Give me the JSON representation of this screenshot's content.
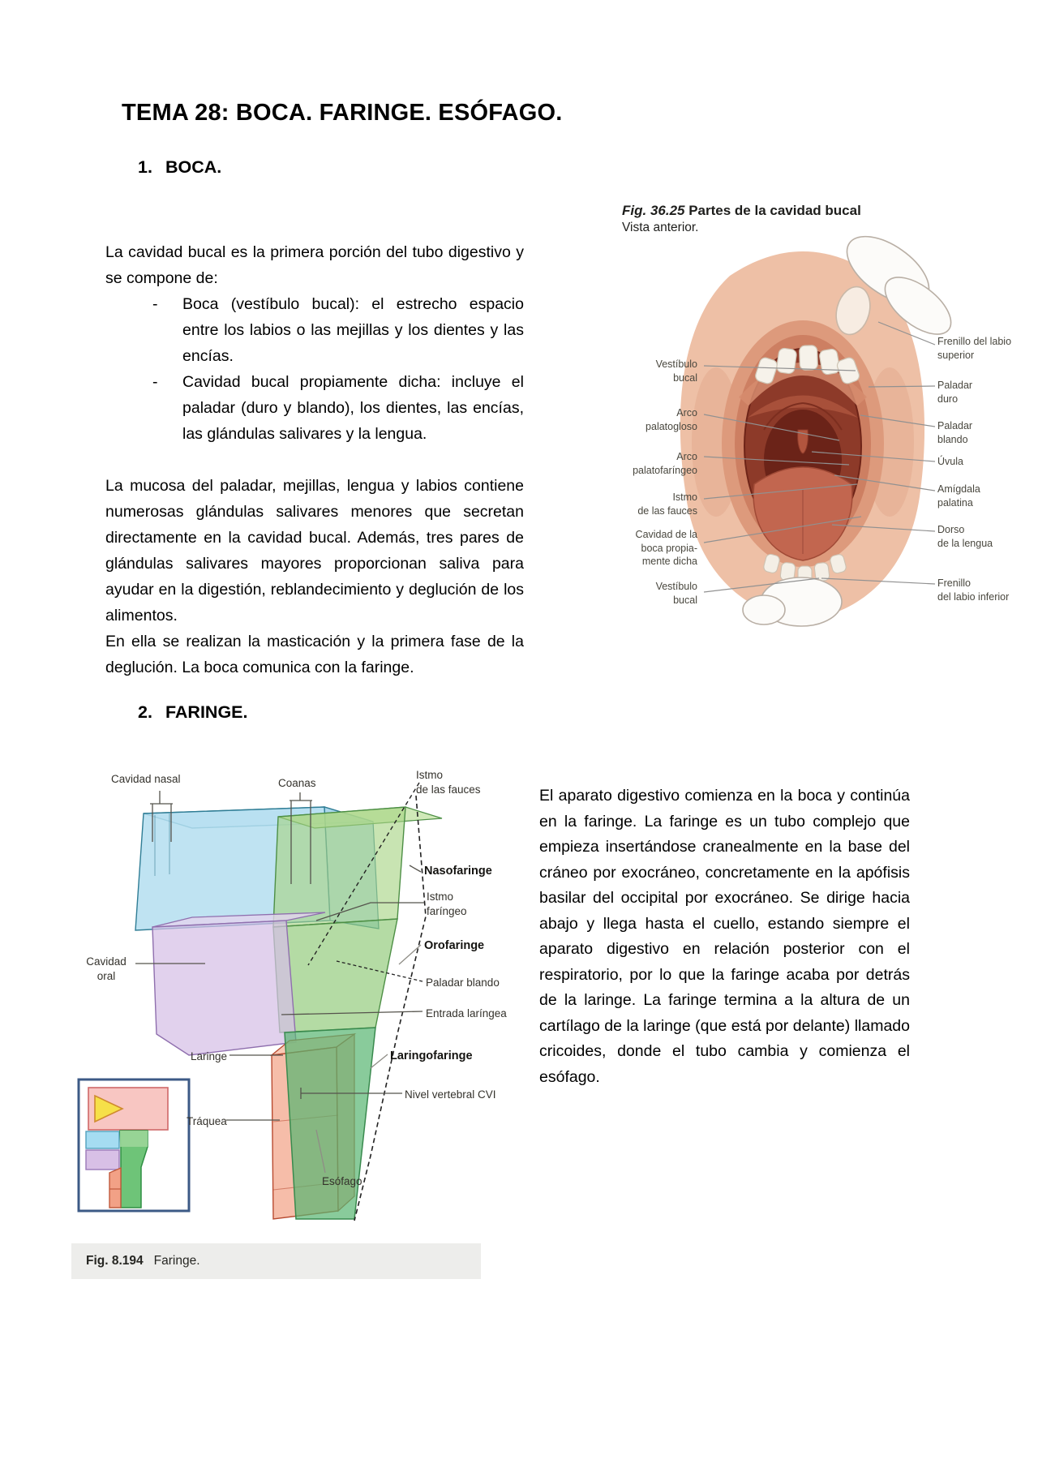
{
  "page": {
    "title": "TEMA 28: BOCA. FARINGE. ESÓFAGO."
  },
  "colors": {
    "caption_bar_bg": "#ededeb",
    "nasal_blue": "#b4def0",
    "pharynx_green": "#8cc873",
    "oral_purple": "#d6bfe6",
    "larynx_orange": "#f2a184",
    "inset_border_navy": "#3c5a86",
    "leader_line_gray": "#919191"
  },
  "section1": {
    "number": "1.",
    "title": "BOCA.",
    "intro": "La cavidad bucal es la primera porción del tubo digestivo y se compone de:",
    "bullet_marker": "-",
    "bullets": [
      "Boca (vestíbulo bucal): el estrecho espacio entre los labios o las mejillas y los dientes y las encías.",
      "Cavidad bucal propiamente dicha: incluye el paladar (duro y blando), los dientes, las encías, las glándulas salivares y la lengua."
    ],
    "para2": "La mucosa del paladar, mejillas, lengua y labios contiene numerosas glándulas salivares menores que secretan directamente en la cavidad bucal. Además, tres pares de glándulas salivares mayores proporcionan saliva para ayudar en la digestión, reblandecimiento y deglución de los alimentos.",
    "para3": "En ella se realizan la masticación y la primera fase de la deglución. La boca comunica con la faringe."
  },
  "figure1": {
    "fig_label": "Fig. 36.25",
    "fig_title": " Partes de la cavidad bucal",
    "view": "Vista anterior.",
    "labels_left": [
      "Vestíbulo\nbucal",
      "Arco\npalatogloso",
      "Arco\npalatofaríngeo",
      "Istmo\nde las fauces",
      "Cavidad de la\nboca propia-\nmente dicha",
      "Vestíbulo\nbucal"
    ],
    "labels_right": [
      "Frenillo del labio\nsuperior",
      "Paladar\nduro",
      "Paladar\nblando",
      "Úvula",
      "Amígdala\npalatina",
      "Dorso\nde la lengua",
      "Frenillo\ndel labio inferior"
    ]
  },
  "section2": {
    "number": "2.",
    "title": "FARINGE.",
    "body": "El aparato digestivo comienza en la boca y continúa en la faringe. La faringe es un tubo complejo que empieza insertándose cranealmente en la base del cráneo por exocráneo, concretamente en la apófisis basilar del occipital por exocráneo. Se dirige hacia abajo y llega hasta el cuello, estando siempre el aparato digestivo en relación posterior con el respiratorio, por lo que la faringe acaba por detrás de la laringe. La faringe termina a la altura de un cartílago de la laringe (que está por delante) llamado cricoides, donde el tubo cambia y comienza el esófago."
  },
  "figure2": {
    "labels": {
      "cavidad_nasal": "Cavidad nasal",
      "coanas": "Coanas",
      "istmo_fauces": "Istmo\nde las fauces",
      "nasofaringe": "Nasofaringe",
      "istmo_faringeo": "Istmo\nfaríngeo",
      "orofaringe": "Orofaringe",
      "paladar_blando": "Paladar blando",
      "entrada_laringea": "Entrada laríngea",
      "laringofaringe": "Laringofaringe",
      "nivel_vertebral": "Nivel vertebral CVI",
      "esofago": "Esófago",
      "cavidad_oral": "Cavidad\noral",
      "laringe": "Laringe",
      "traquea": "Tráquea"
    },
    "caption_fig": "Fig. 8.194",
    "caption_text": "Faringe."
  }
}
